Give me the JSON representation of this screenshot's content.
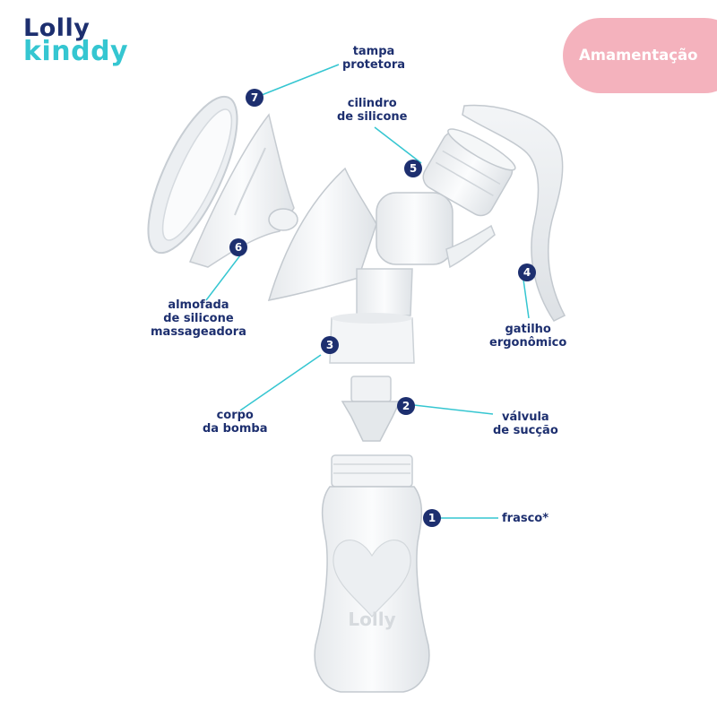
{
  "brand": {
    "line1": "Lolly",
    "line2": "kinddy"
  },
  "category": "Amamentação",
  "bottle_text": "Lolly",
  "parts": [
    {
      "number": "1",
      "lines": [
        "frasco*"
      ]
    },
    {
      "number": "2",
      "lines": [
        "válvula",
        "de sucção"
      ]
    },
    {
      "number": "3",
      "lines": [
        "corpo",
        "da bomba"
      ]
    },
    {
      "number": "4",
      "lines": [
        "gatilho",
        "ergonômico"
      ]
    },
    {
      "number": "5",
      "lines": [
        "cilindro",
        "de silicone"
      ]
    },
    {
      "number": "6",
      "lines": [
        "almofada",
        "de silicone",
        "massageadora"
      ]
    },
    {
      "number": "7",
      "lines": [
        "tampa",
        "protetora"
      ]
    }
  ],
  "colors": {
    "navy": "#1d2f6f",
    "teal": "#35c6d1",
    "pink": "#f4b2bd"
  }
}
